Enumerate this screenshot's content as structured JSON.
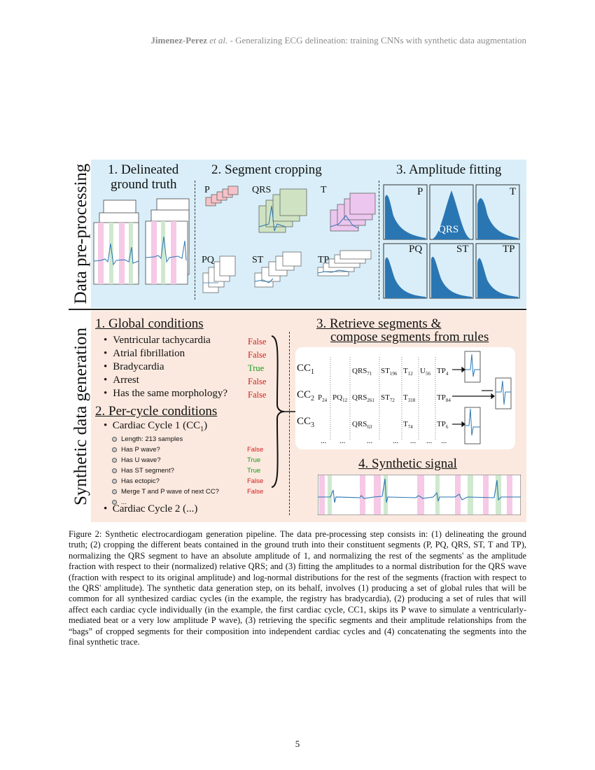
{
  "header": {
    "author": "Jimenez-Perez",
    "etal": "et al.",
    "title": " - Generalizing ECG delineation: training CNNs with synthetic data augmentation"
  },
  "figure": {
    "top_side_label": "Data pre-processing",
    "bottom_side_label": "Synthetic data generation",
    "steps_top": [
      "1. Delineated",
      "ground truth",
      "2. Segment cropping",
      "3. Amplitude fitting"
    ],
    "segments": [
      "P",
      "QRS",
      "T",
      "PQ",
      "ST",
      "TP"
    ],
    "hist_labels": [
      "P",
      "QRS",
      "T",
      "PQ",
      "ST",
      "TP"
    ],
    "global_title": "1. Global conditions",
    "global_conditions": [
      {
        "label": "Ventricular tachycardia",
        "value": "False"
      },
      {
        "label": "Atrial fibrillation",
        "value": "False"
      },
      {
        "label": "Bradycardia",
        "value": "True"
      },
      {
        "label": "Arrest",
        "value": "False"
      },
      {
        "label": "Has the same morphology?",
        "value": "False"
      }
    ],
    "per_cycle_title": "2. Per-cycle conditions",
    "cycle1": "Cardiac Cycle 1 (CC",
    "cycle1_sub": "1",
    "cycle1_close": ")",
    "cycle_conditions": [
      {
        "label": "Length: 213 samples",
        "value": ""
      },
      {
        "label": "Has P wave?",
        "value": "False"
      },
      {
        "label": "Has U wave?",
        "value": "True"
      },
      {
        "label": "Has ST segment?",
        "value": "True"
      },
      {
        "label": "Has ectopic?",
        "value": "False"
      },
      {
        "label": "Merge T and P wave of next CC?",
        "value": "False"
      },
      {
        "label": "...",
        "value": ""
      }
    ],
    "cycle2": "Cardiac Cycle 2 (...)",
    "retrieve_title_1": "3. Retrieve segments &",
    "retrieve_title_2": "compose segments from rules",
    "cc_names": [
      "CC",
      "CC",
      "CC"
    ],
    "cc_subs": [
      "1",
      "2",
      "3"
    ],
    "cc_rows": [
      [
        {
          "t": "QRS",
          "s": "71"
        },
        {
          "t": "ST",
          "s": "196"
        },
        {
          "t": "T",
          "s": "12"
        },
        {
          "t": "U",
          "s": "56"
        },
        {
          "t": "TP",
          "s": "4"
        }
      ],
      [
        {
          "t": "P",
          "s": "24"
        },
        {
          "t": "PQ",
          "s": "12"
        },
        {
          "t": "QRS",
          "s": "261"
        },
        {
          "t": "ST",
          "s": "72"
        },
        {
          "t": "T",
          "s": "318"
        },
        {
          "t": "TP",
          "s": "84"
        }
      ],
      [
        {
          "t": "QRS",
          "s": "63"
        },
        {
          "t": "T",
          "s": "74"
        },
        {
          "t": "TP",
          "s": "6"
        }
      ]
    ],
    "ellipsis": "...",
    "synthetic_title": "4. Synthetic signal"
  },
  "caption": "Figure 2: Synthetic electrocardiogam generation pipeline. The data pre-processing step consists in: (1) delineating the ground truth; (2) cropping the different beats contained in the ground truth into their constituent segments (P, PQ, QRS, ST, T and TP), normalizing the QRS segment to have an absolute amplitude of 1, and normalizing the rest of the segments' as the amplitude fraction with respect to their (normalized) relative QRS; and (3) fitting the amplitudes to a normal distribution for the QRS wave (fraction with respect to its original amplitude) and log-normal distributions for the rest of the segments (fraction with respect to the QRS' amplitude). The synthetic data generation step, on its behalf, involves (1) producing a set of global rules that will be common for all synthesized cardiac cycles (in the example, the registry has bradycardia), (2) producing a set of rules that will affect each cardiac cycle individually (in the example, the first cardiac cycle, CC1, skips its P wave to simulate a ventricularly-mediated beat or a very low amplitude P wave), (3) retrieving the specific segments and their amplitude relationships from the “bags” of cropped segments for their composition into independent cardiac cycles and (4) concatenating the segments into the final synthetic trace.",
  "page_number": "5",
  "colors": {
    "top_bg": "#d9eef8",
    "bottom_bg": "#fbe9df",
    "hist": "#2a76b3",
    "true": "#1a9a1a",
    "false": "#d01c1c"
  }
}
